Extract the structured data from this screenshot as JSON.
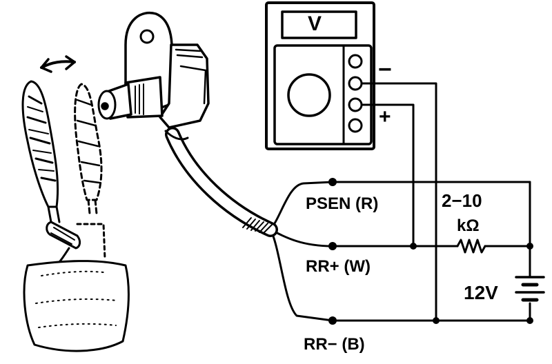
{
  "meter": {
    "display": "V",
    "negative_sign": "−",
    "positive_sign": "+"
  },
  "wires": {
    "psen": "PSEN (R)",
    "rr_plus": "RR+ (W)",
    "rr_minus": "RR− (B)"
  },
  "resistor": {
    "value": "2−10",
    "unit": "kΩ"
  },
  "battery": {
    "voltage": "12V"
  }
}
